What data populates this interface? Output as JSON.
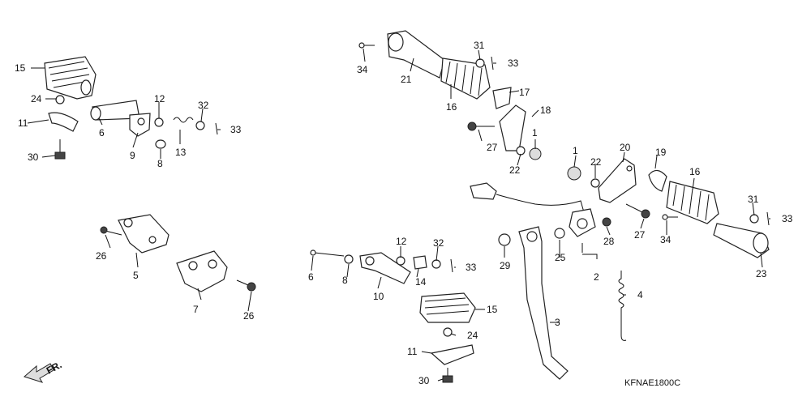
{
  "diagram": {
    "code": "KFNAE1800C",
    "direction_label": "FR.",
    "callouts": [
      "15",
      "24",
      "11",
      "30",
      "6",
      "9",
      "12",
      "8",
      "13",
      "32",
      "33",
      "26",
      "5",
      "7",
      "26",
      "34",
      "21",
      "16",
      "31",
      "33",
      "17",
      "18",
      "27",
      "22",
      "1",
      "1",
      "22",
      "20",
      "19",
      "16",
      "31",
      "33",
      "27",
      "34",
      "23",
      "28",
      "2",
      "3",
      "4",
      "6",
      "8",
      "10",
      "12",
      "14",
      "32",
      "33",
      "15",
      "24",
      "11",
      "30",
      "29",
      "25"
    ]
  }
}
